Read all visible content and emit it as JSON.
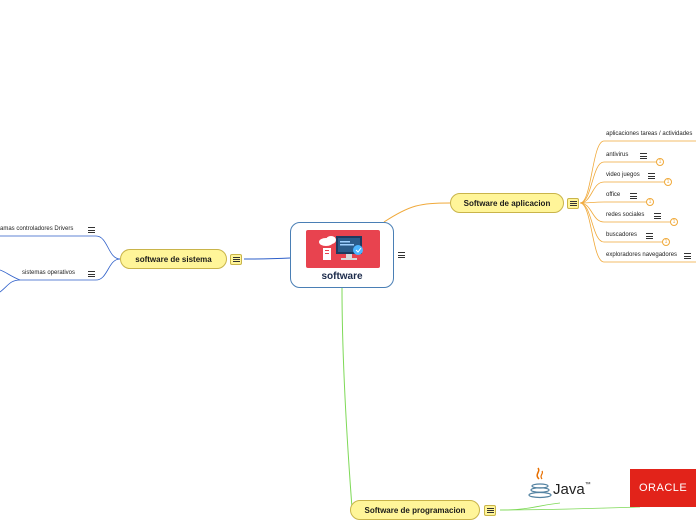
{
  "central": {
    "label": "software"
  },
  "branches": {
    "aplicacion": {
      "label": "Software de aplicacion",
      "items": [
        {
          "label": "aplicaciones tareas / actividades"
        },
        {
          "label": "antivirus",
          "badge": "1"
        },
        {
          "label": "video juegos",
          "badge": "1"
        },
        {
          "label": "office",
          "badge": "1"
        },
        {
          "label": "redes sociales",
          "badge": "1"
        },
        {
          "label": "buscadores",
          "badge": "1"
        },
        {
          "label": "exploradores navegadores"
        }
      ]
    },
    "sistema": {
      "label": "software de sistema",
      "items": [
        {
          "label": "amas controladores Drivers"
        },
        {
          "label": "sistemas operativos"
        }
      ]
    },
    "programacion": {
      "label": "Software de programacion",
      "logos": [
        {
          "label": "Java",
          "trademark": "™"
        },
        {
          "label": "ORACLE"
        }
      ]
    }
  },
  "icons": {
    "menu": "menu-icon",
    "badge": "note-badge-icon",
    "central_image": "computer-cloud-icon"
  },
  "colors": {
    "aplicacion_line": "#f0a93a",
    "sistema_line": "#2e5fc9",
    "programacion_line": "#7ed957",
    "topic_fill": "#fff599",
    "central_border": "#4a7fb5",
    "central_image_bg": "#e8434f",
    "oracle_red": "#e2231a"
  }
}
